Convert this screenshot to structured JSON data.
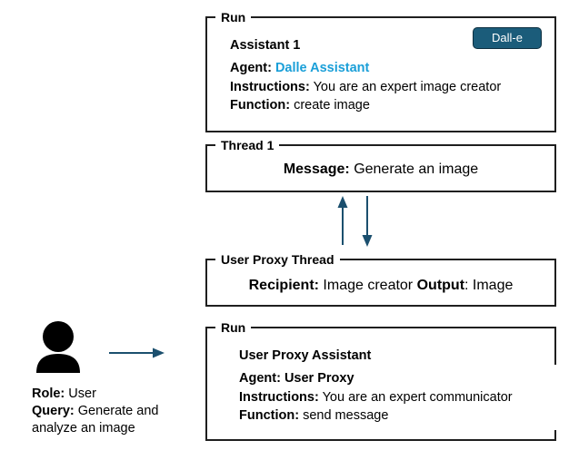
{
  "run_top": {
    "title": "Run",
    "assistant": "Assistant 1",
    "agent_label": "Agent:",
    "agent_value": "Dalle Assistant",
    "instructions_label": "Instructions:",
    "instructions_value": "You are an expert image creator",
    "function_label": "Function:",
    "function_value": "create image",
    "badge": "Dall-e"
  },
  "thread": {
    "title": "Thread 1",
    "message_label": "Message:",
    "message_value": "Generate an image"
  },
  "user_proxy_thread": {
    "title": "User Proxy Thread",
    "recipient_label": "Recipient:",
    "recipient_value": "Image creator",
    "output_label": "Output",
    "output_value": ": Image"
  },
  "run_bottom": {
    "title": "Run",
    "assistant": "User Proxy Assistant",
    "agent_label": "Agent:",
    "agent_value": "User Proxy",
    "instructions_label": "Instructions:",
    "instructions_value": "You are an expert communicator",
    "function_label": "Function:",
    "function_value": "send message"
  },
  "user": {
    "role_label": "Role:",
    "role_value": "User",
    "query_label": "Query:",
    "query_value_line1": "Generate and",
    "query_value_line2": "analyze an image",
    "icon": "user-icon"
  },
  "colors": {
    "accent": "#1a9fd8",
    "badge": "#1b5c7a",
    "arrow": "#1b4f6e",
    "icon": "#000000"
  }
}
